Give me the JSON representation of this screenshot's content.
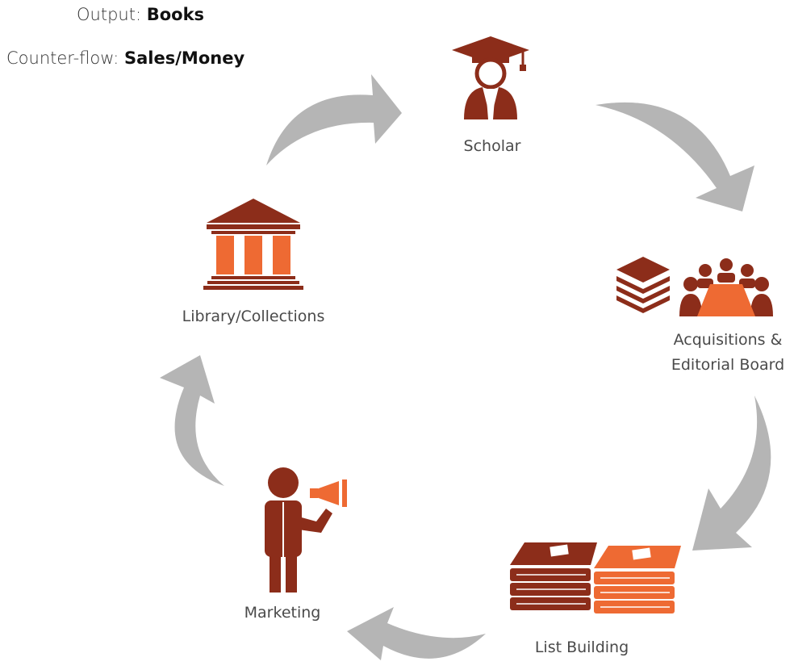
{
  "legend": {
    "output_label": "Output: ",
    "output_value": "Books",
    "counterflow_label": "Counter-flow: ",
    "counterflow_value": "Sales/Money"
  },
  "nodes": {
    "scholar": "Scholar",
    "acquisitions_line1": "Acquisitions &",
    "acquisitions_line2": "Editorial Board",
    "list_building": "List Building",
    "marketing": "Marketing",
    "library": "Library/Collections"
  },
  "colors": {
    "dark_brown": "#8c2d1a",
    "orange": "#ee6a33",
    "arrow_gray": "#b5b5b5",
    "text": "#4a4a4a"
  },
  "icons": {
    "scholar": "graduate-icon",
    "acquisitions": "stacked-layers-icon",
    "board": "meeting-table-icon",
    "list_building": "book-stack-icon",
    "marketing": "megaphone-person-icon",
    "library": "building-columns-icon"
  }
}
